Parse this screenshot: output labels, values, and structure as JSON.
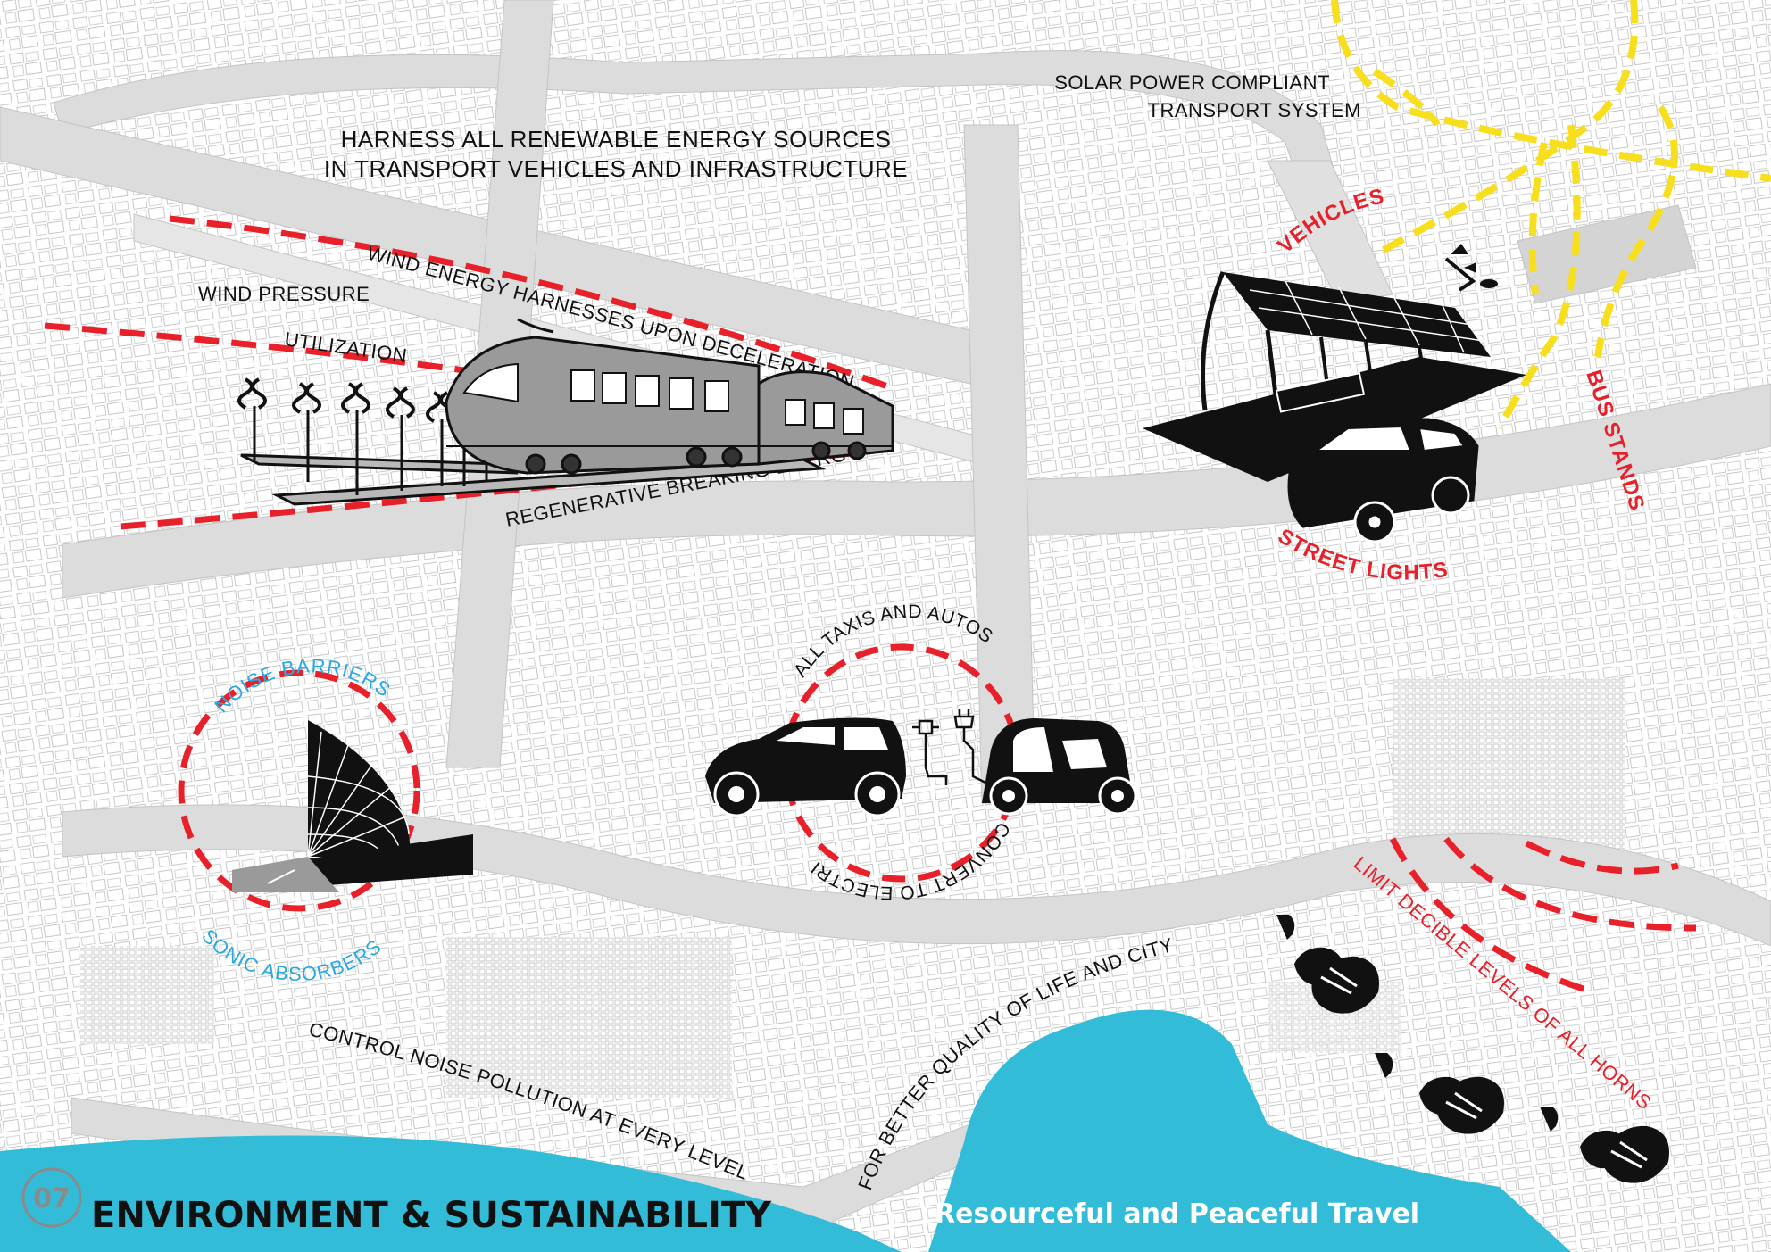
{
  "colors": {
    "accent_red": "#e8202a",
    "accent_blue": "#29a9e0",
    "water": "#33bcd8",
    "solar_yellow": "#f7df1e",
    "road_grey": "#d9d9d9"
  },
  "header": {
    "line1": "HARNESS ALL RENEWABLE ENERGY SOURCES",
    "line2": "IN TRANSPORT VEHICLES AND INFRASTRUCTURE"
  },
  "solar": {
    "line1": "SOLAR POWER COMPLIANT",
    "line2": "TRANSPORT SYSTEM",
    "vehicles": "VEHICLES",
    "bus_stands": "BUS STANDS",
    "street_lights": "STREET LIGHTS"
  },
  "rail": {
    "wind_energy": "WIND ENERGY HARNESSES UPON DECELERATION",
    "wind_pressure_1": "WIND PRESSURE",
    "wind_pressure_2": "UTILIZATION",
    "regenerative": "REGENERATIVE BREAKING ENERGY"
  },
  "electric": {
    "top": "ALL TAXIS AND AUTOS",
    "bottom": "CONVERT TO ELECTRIC"
  },
  "noise": {
    "top": "NOISE BARRIERS",
    "bottom": "SONIC ABSORBERS",
    "control": "CONTROL NOISE POLLUTION AT EVERY LEVEL",
    "quality": "FOR BETTER QUALITY OF LIFE AND CITY",
    "horns": "LIMIT DECIBLE LEVELS OF ALL HORNS"
  },
  "footer": {
    "number": "07",
    "title": "ENVIRONMENT & SUSTAINABILITY",
    "subtitle": "Resourceful and Peaceful Travel"
  },
  "icons": {
    "train": "train-icon",
    "wind_turbines": "wind-turbine-icon",
    "solar_station": "solar-station-icon",
    "car": "car-icon",
    "plug": "plug-icon",
    "horn": "horn-icon",
    "noise_barrier": "noise-barrier-icon"
  }
}
